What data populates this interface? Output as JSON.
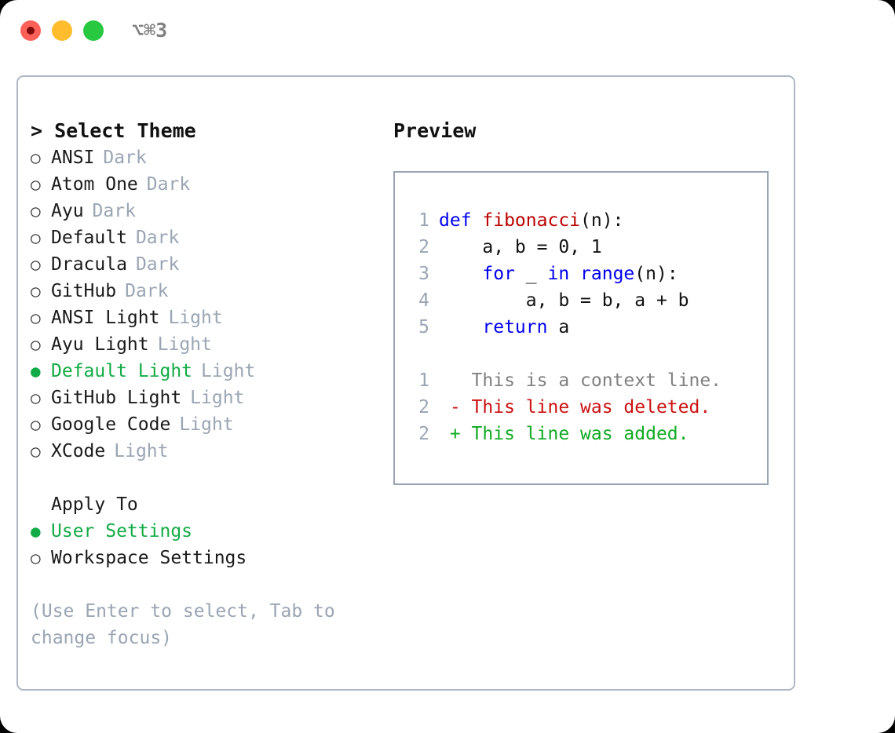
{
  "titlebar": {
    "shortcut": "⌥⌘3",
    "buttons": [
      {
        "name": "close",
        "color": "#ff6159"
      },
      {
        "name": "minimize",
        "color": "#ffbd2e"
      },
      {
        "name": "maximize",
        "color": "#28c840"
      }
    ]
  },
  "theme_picker": {
    "header": "> Select Theme",
    "items": [
      {
        "marker": "○",
        "label": "ANSI",
        "tag": "Dark",
        "selected": false
      },
      {
        "marker": "○",
        "label": "Atom One",
        "tag": "Dark",
        "selected": false
      },
      {
        "marker": "○",
        "label": "Ayu",
        "tag": "Dark",
        "selected": false
      },
      {
        "marker": "○",
        "label": "Default",
        "tag": "Dark",
        "selected": false
      },
      {
        "marker": "○",
        "label": "Dracula",
        "tag": "Dark",
        "selected": false
      },
      {
        "marker": "○",
        "label": "GitHub",
        "tag": "Dark",
        "selected": false
      },
      {
        "marker": "○",
        "label": "ANSI Light",
        "tag": "Light",
        "selected": false
      },
      {
        "marker": "○",
        "label": "Ayu Light",
        "tag": "Light",
        "selected": false
      },
      {
        "marker": "●",
        "label": "Default Light",
        "tag": "Light",
        "selected": true
      },
      {
        "marker": "○",
        "label": "GitHub Light",
        "tag": "Light",
        "selected": false
      },
      {
        "marker": "○",
        "label": "Google Code",
        "tag": "Light",
        "selected": false
      },
      {
        "marker": "○",
        "label": "XCode",
        "tag": "Light",
        "selected": false
      }
    ]
  },
  "apply_to": {
    "header": "Apply To",
    "options": [
      {
        "marker": "●",
        "label": "User Settings",
        "selected": true
      },
      {
        "marker": "○",
        "label": "Workspace Settings",
        "selected": false
      }
    ]
  },
  "hint": "(Use Enter to select, Tab to change focus)",
  "preview": {
    "header": "Preview",
    "code_lines": [
      {
        "no": "1",
        "segments": [
          {
            "text": "def ",
            "style": "kw"
          },
          {
            "text": "fibonacci",
            "style": "fn"
          },
          {
            "text": "(n):",
            "style": "pl"
          }
        ]
      },
      {
        "no": "2",
        "segments": [
          {
            "text": "    a, b = 0, 1",
            "style": "pl"
          }
        ]
      },
      {
        "no": "3",
        "segments": [
          {
            "text": "    ",
            "style": "pl"
          },
          {
            "text": "for",
            "style": "kw"
          },
          {
            "text": " _ ",
            "style": "pl"
          },
          {
            "text": "in",
            "style": "kw"
          },
          {
            "text": " ",
            "style": "pl"
          },
          {
            "text": "range",
            "style": "kw"
          },
          {
            "text": "(n):",
            "style": "pl"
          }
        ]
      },
      {
        "no": "4",
        "segments": [
          {
            "text": "        a, b = b, a + b",
            "style": "pl"
          }
        ]
      },
      {
        "no": "5",
        "segments": [
          {
            "text": "    ",
            "style": "pl"
          },
          {
            "text": "return",
            "style": "kw"
          },
          {
            "text": " a",
            "style": "pl"
          }
        ]
      }
    ],
    "diff_lines": [
      {
        "no": "1",
        "segments": [
          {
            "text": "   This is a context line.",
            "style": "ctx"
          }
        ]
      },
      {
        "no": "2",
        "segments": [
          {
            "text": " - This line was deleted.",
            "style": "del"
          }
        ]
      },
      {
        "no": "2",
        "segments": [
          {
            "text": " + This line was added.",
            "style": "add"
          }
        ]
      }
    ]
  },
  "colors": {
    "accent_green": "#13ab45",
    "muted": "#9aa5b4",
    "keyword_blue": "#0000ee",
    "function_red": "#bb0000",
    "diff_delete": "#cc1111",
    "diff_add": "#11aa22",
    "border": "#aeb8c4"
  }
}
